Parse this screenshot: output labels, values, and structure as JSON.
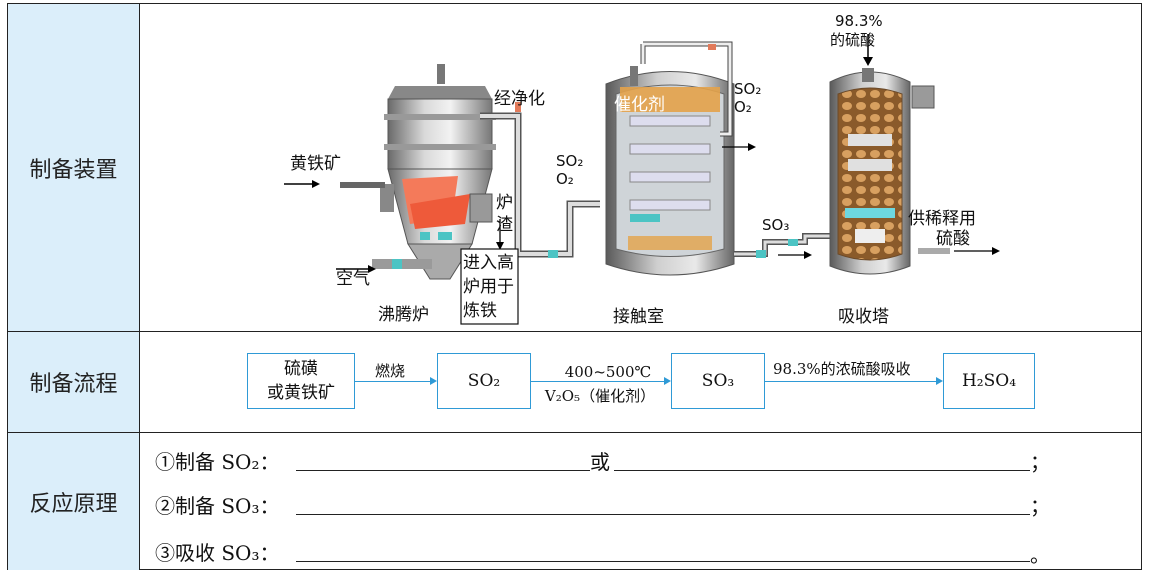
{
  "rows": {
    "apparatus": {
      "header": "制备装置"
    },
    "process": {
      "header": "制备流程"
    },
    "principle": {
      "header": "反应原理"
    }
  },
  "figure": {
    "furnace_feed": "黄铁矿",
    "air_label": "空气",
    "furnace_name": "沸腾炉",
    "slag_label": "炉渣",
    "slag_note": "进入高炉用于炼铁",
    "purify_label": "经净化",
    "inlet_gas_1": "SO₂",
    "inlet_gas_2": "O₂",
    "catalyst_label": "催化剂",
    "recycle_gas_1": "SO₂",
    "recycle_gas_2": "O₂",
    "contact_name": "接触室",
    "so3_label": "SO₃",
    "acid_in_line1": "98.3%",
    "acid_in_line2": "的硫酸",
    "tower_name": "吸收塔",
    "output_line1": "供稀释用",
    "output_line2": "硫酸"
  },
  "flow": {
    "step1_line1": "硫磺",
    "step1_line2": "或黄铁矿",
    "arrow1_label": "燃烧",
    "step2": "SO₂",
    "arrow2_top": "400~500℃",
    "arrow2_bottom": "V₂O₅（催化剂）",
    "step3": "SO₃",
    "arrow3_label": "98.3%的浓硫酸吸收",
    "step4": "H₂SO₄"
  },
  "reactions": {
    "line1_label": "①制备 SO₂：",
    "line1_or": "或",
    "line1_end": "；",
    "line2_label": "②制备 SO₃：",
    "line2_end": "；",
    "line3_label": "③吸收 SO₃：",
    "line3_end": "。"
  },
  "colors": {
    "header_bg": "#dbeefa",
    "flow_blue": "#2f9ad6"
  }
}
